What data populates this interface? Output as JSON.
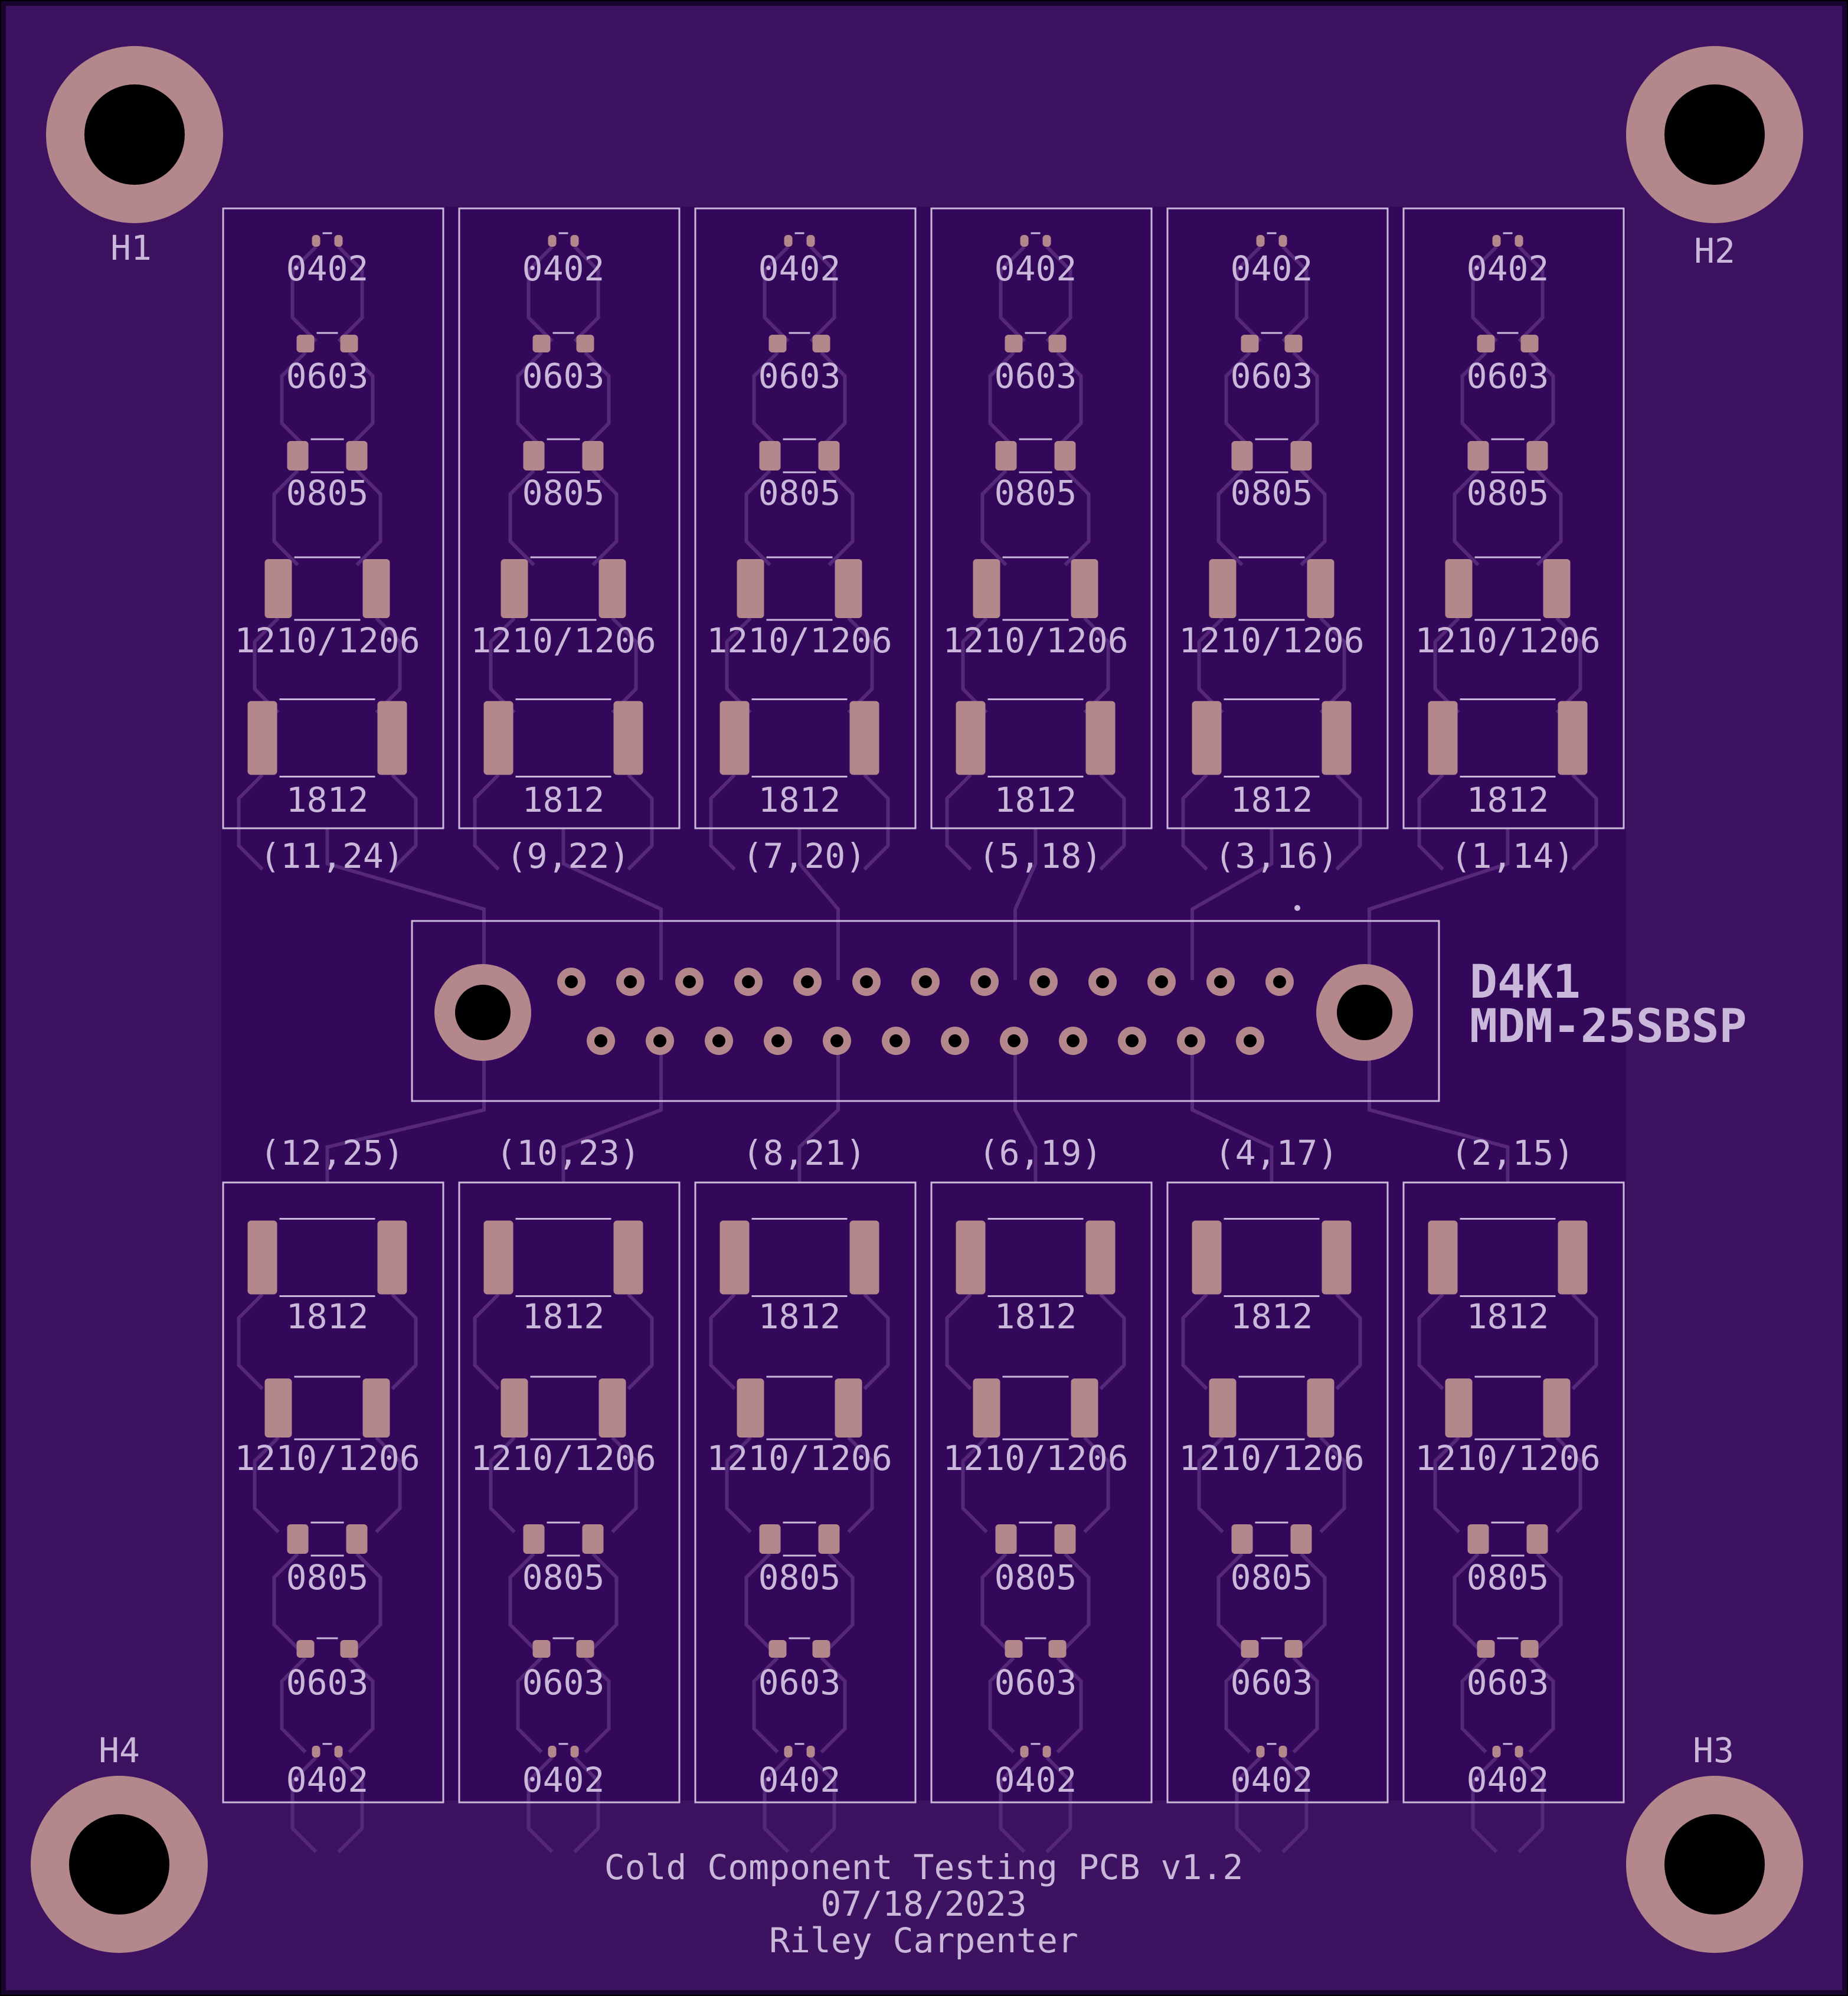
{
  "colors": {
    "board": "#3d1260",
    "pour": "#33085a",
    "copper": "#b3878b",
    "silkscreen": "#c9b8d9",
    "trace": "#55287a"
  },
  "mounting_holes": {
    "h1": "H1",
    "h2": "H2",
    "h3": "H3",
    "h4": "H4"
  },
  "connector": {
    "ref": "D4K1",
    "part": "MDM-25SBSP"
  },
  "top_row": {
    "footprints": [
      "0402",
      "0603",
      "0805",
      "1210/1206",
      "1812"
    ],
    "pins": [
      "(11,24)",
      "(9,22)",
      "(7,20)",
      "(5,18)",
      "(3,16)",
      "(1,14)"
    ]
  },
  "bottom_row": {
    "footprints": [
      "1812",
      "1210/1206",
      "0805",
      "0603",
      "0402"
    ],
    "pins": [
      "(12,25)",
      "(10,23)",
      "(8,21)",
      "(6,19)",
      "(4,17)",
      "(2,15)"
    ]
  },
  "footer": {
    "title": "Cold Component Testing PCB v1.2",
    "date": "07/18/2023",
    "author": "Riley Carpenter"
  }
}
